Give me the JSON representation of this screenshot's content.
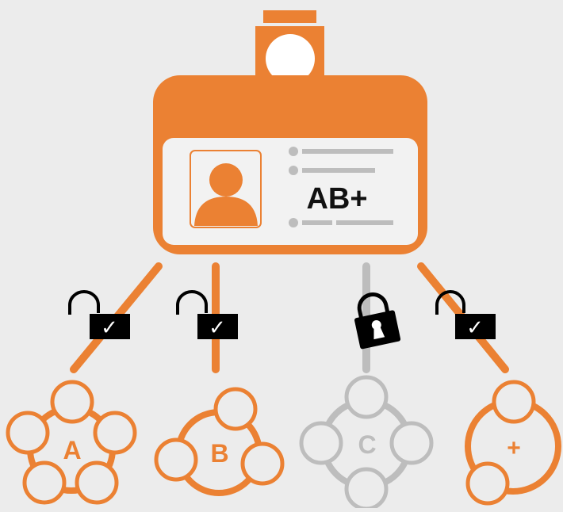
{
  "colors": {
    "background": "#ececec",
    "accent": "#eb8133",
    "locked": "#bdbdbd",
    "card_inner": "#f2f2f2",
    "lock_body": "#000000",
    "text_dark": "#111111"
  },
  "id_card": {
    "blood_type_label": "AB+",
    "icons": [
      "lanyard-clip-icon",
      "person-avatar-icon",
      "info-lines-icon"
    ]
  },
  "links": [
    {
      "name": "link-a",
      "status": "unlocked",
      "icon": "open-padlock-check-icon",
      "badge": "✓"
    },
    {
      "name": "link-b",
      "status": "unlocked",
      "icon": "open-padlock-check-icon",
      "badge": "✓"
    },
    {
      "name": "link-c",
      "status": "locked",
      "icon": "closed-padlock-icon",
      "badge": ""
    },
    {
      "name": "link-plus",
      "status": "unlocked",
      "icon": "open-padlock-check-icon",
      "badge": "✓"
    }
  ],
  "groups": [
    {
      "name": "group-a",
      "label": "A",
      "status": "compatible"
    },
    {
      "name": "group-b",
      "label": "B",
      "status": "compatible"
    },
    {
      "name": "group-c",
      "label": "C",
      "status": "incompatible"
    },
    {
      "name": "group-plus",
      "label": "+",
      "status": "compatible"
    }
  ]
}
